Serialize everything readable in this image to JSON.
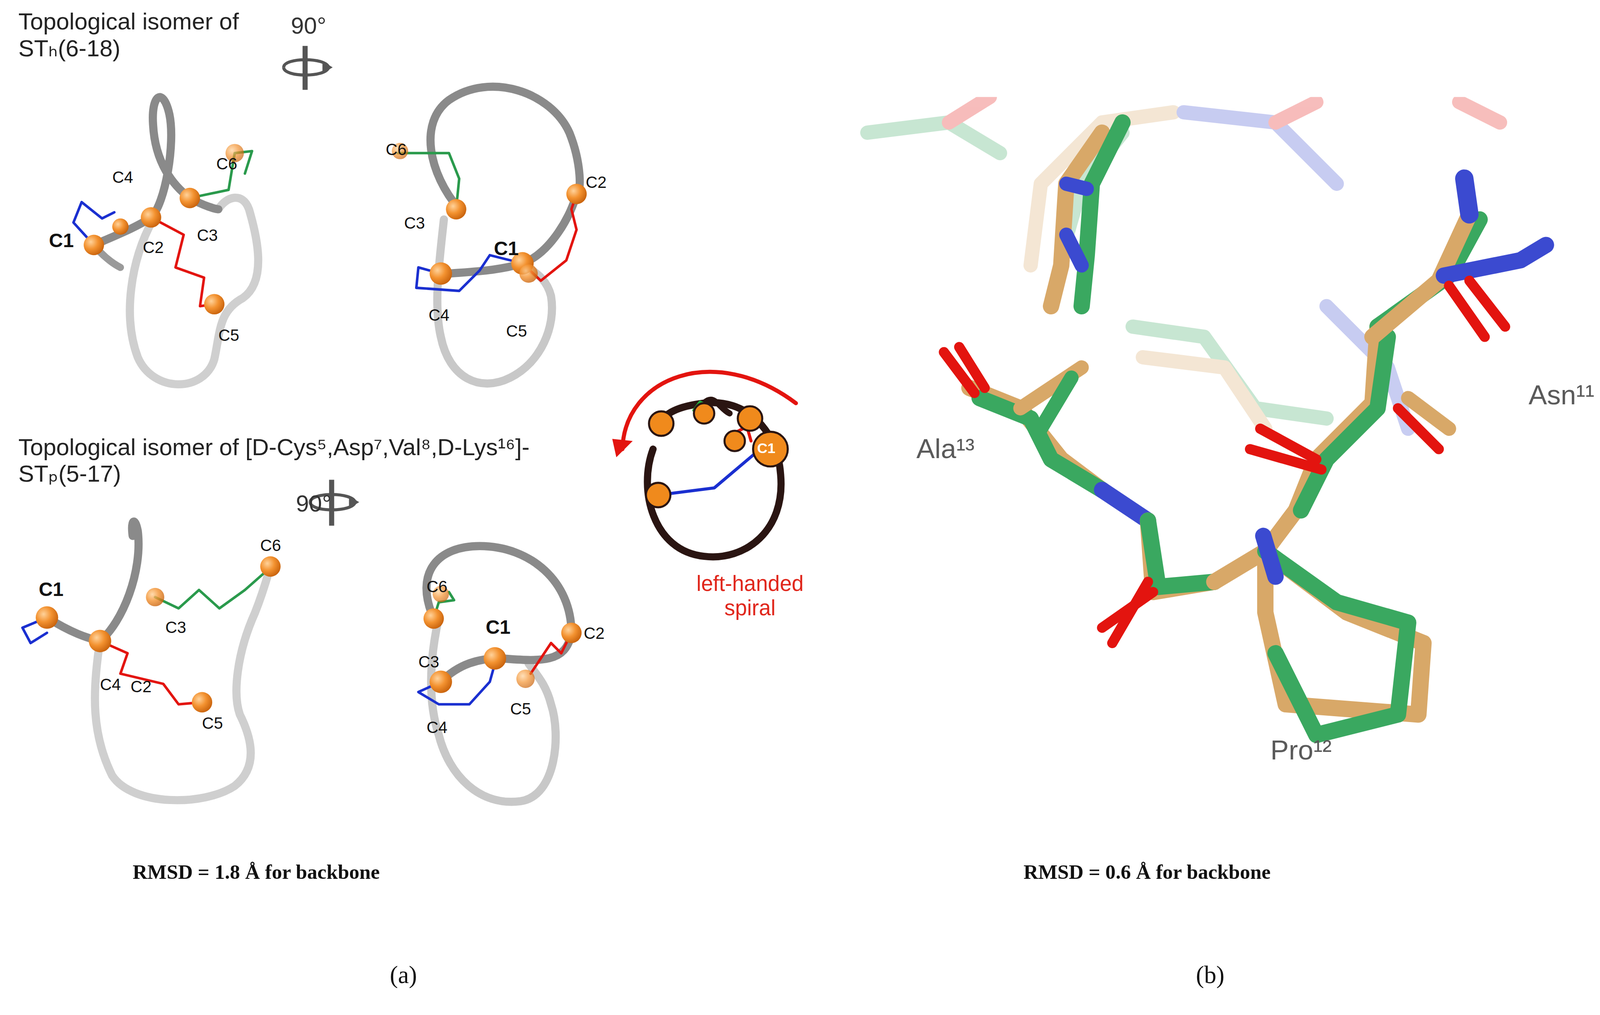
{
  "diagram": {
    "labels": [
      "Topological isomer of STₕ(6-18)",
      "90°",
      "C1",
      "C4",
      "C2",
      "C3",
      "C6",
      "C5",
      "C6",
      "C3",
      "C1",
      "C2",
      "C4",
      "C5",
      "Topological isomer of [D-Cys⁵,Asp⁷,Val⁸,D-Lys¹⁶]-STₚ(5-17)",
      "90°",
      "C1",
      "C4",
      "C2",
      "C3",
      "C6",
      "C5",
      "C6",
      "C3",
      "C1",
      "C2",
      "C4",
      "C5",
      "C1",
      "left-handed spiral",
      "RMSD = 1.8 Å for backbone",
      "(a)",
      "Ala¹³",
      "Asn¹¹",
      "Pro¹²",
      "RMSD = 0.6 Å for backbone",
      "(b)"
    ]
  }
}
